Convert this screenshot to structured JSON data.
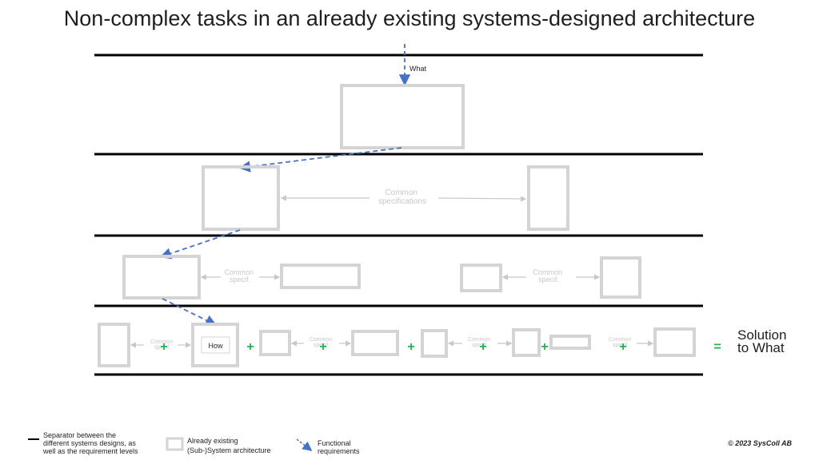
{
  "title": "Non-complex tasks in an already existing systems-designed architecture",
  "labels": {
    "what": "What",
    "how": "How",
    "common_specifications_line1": "Common",
    "common_specifications_line2": "specifications",
    "common_specif_line1": "Common",
    "common_specif_line2": "specif.",
    "plus": "+",
    "equals": "=",
    "solution_line1": "Solution",
    "solution_line2": "to What"
  },
  "legend": {
    "separator": [
      "Separator between the",
      "different systems designs, as",
      "well as the requirement levels"
    ],
    "existing": [
      "Already existing",
      "(Sub-)System architecture"
    ],
    "functional": [
      "Functional",
      "requirements"
    ]
  },
  "copyright": "© 2023 SysColl AB",
  "colors": {
    "box": "#d4d4d4",
    "separator": "#000000",
    "requirement_arrow": "#4472c4",
    "plus": "#22b14c",
    "faint_text": "#c8c8c8"
  }
}
